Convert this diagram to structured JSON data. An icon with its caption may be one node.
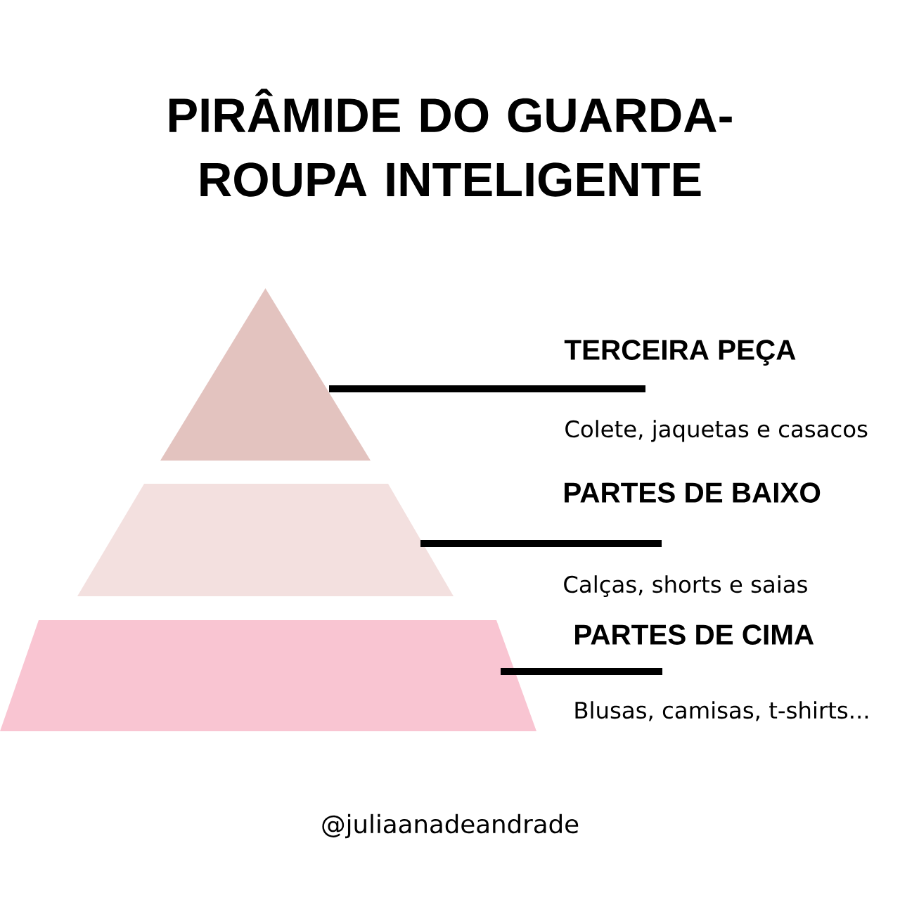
{
  "diagram": {
    "title": "PIRÂMIDE DO GUARDA-ROUPA INTELIGENTE",
    "nodes": [
      {
        "text": [],
        "shape": "triangle"
      },
      {
        "text": [
          "TERCEIRA PEÇA",
          "Colete, jaquetas e casacos"
        ]
      },
      {
        "text": [],
        "shape": "trapezoid"
      },
      {
        "text": [
          "PARTES DE BAIXO",
          "Calças, shorts e saias"
        ]
      },
      {
        "text": [],
        "shape": "trapezoid"
      },
      {
        "text": [
          "PARTES DE CIMA",
          "Blusas, camisas, t-shirts..."
        ]
      }
    ],
    "edges": [
      {
        "from": 1,
        "to": 0,
        "arrow": "none"
      },
      {
        "from": 3,
        "to": 2,
        "arrow": "none"
      },
      {
        "from": 5,
        "to": 4,
        "arrow": "none"
      }
    ],
    "labels": [
      "@juliaanadeandrade"
    ]
  }
}
